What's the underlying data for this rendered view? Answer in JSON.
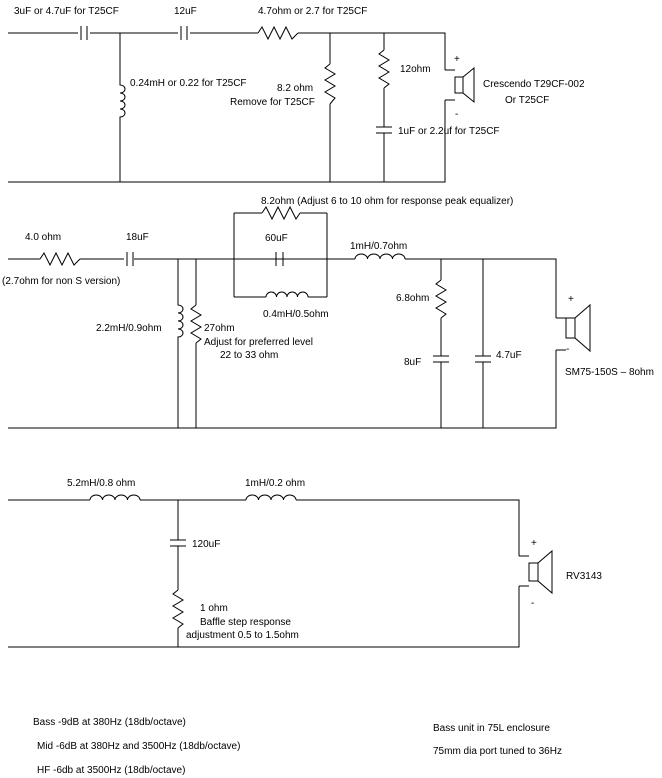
{
  "tweeter": {
    "c1": "3uF or 4.7uF for T25CF",
    "c2": "12uF",
    "r_series": "4.7ohm or 2.7 for T25CF",
    "l_shunt": "0.24mH or 0.22 for T25CF",
    "r_shunt_value": "8.2 ohm",
    "r_shunt_note": "Remove for T25CF",
    "r_zobel": "12ohm",
    "c_zobel": "1uF or 2.2uf for T25CF",
    "plus": "+",
    "minus": "-",
    "driver_line1": "Crescendo T29CF-002",
    "driver_line2": "Or T25CF"
  },
  "mid": {
    "r_series": "4.0 ohm",
    "r_series_note": "(2.7ohm for non S version)",
    "c_series": "18uF",
    "l_shunt": "2.2mH/0.9ohm",
    "r_shunt": "27ohm",
    "r_shunt_note1": "Adjust for preferred level",
    "r_shunt_note2": "22 to 33 ohm",
    "r_notch": "8.2ohm  (Adjust 6 to 10 ohm for response peak equalizer)",
    "c_notch": "60uF",
    "l_notch": "0.4mH/0.5ohm",
    "l_series": "1mH/0.7ohm",
    "r_zobel": "6.8ohm",
    "c_zobel": "8uF",
    "c_shunt": "4.7uF",
    "plus": "+",
    "minus": "-",
    "driver": "SM75-150S – ",
    "driver_impedance": "8ohm"
  },
  "bass": {
    "l1": "5.2mH/0.8 ohm",
    "l2": "1mH/0.2 ohm",
    "c_shunt": "120uF",
    "r_shunt": "1 ohm",
    "note1": "Baffle step response",
    "note2": "adjustment 0.5 to 1.5ohm",
    "plus": "+",
    "minus": "-",
    "driver": "RV3143"
  },
  "notes": {
    "bass": "Bass  -9dB at 380Hz  (18db/octave)",
    "mid": "Mid -6dB at 380Hz and 3500Hz  (18db/octave)",
    "hf": "HF -6db at 3500Hz  (18db/octave)",
    "enclosure": "Bass unit in 75L enclosure",
    "port": "75mm dia port tuned to 36Hz"
  }
}
